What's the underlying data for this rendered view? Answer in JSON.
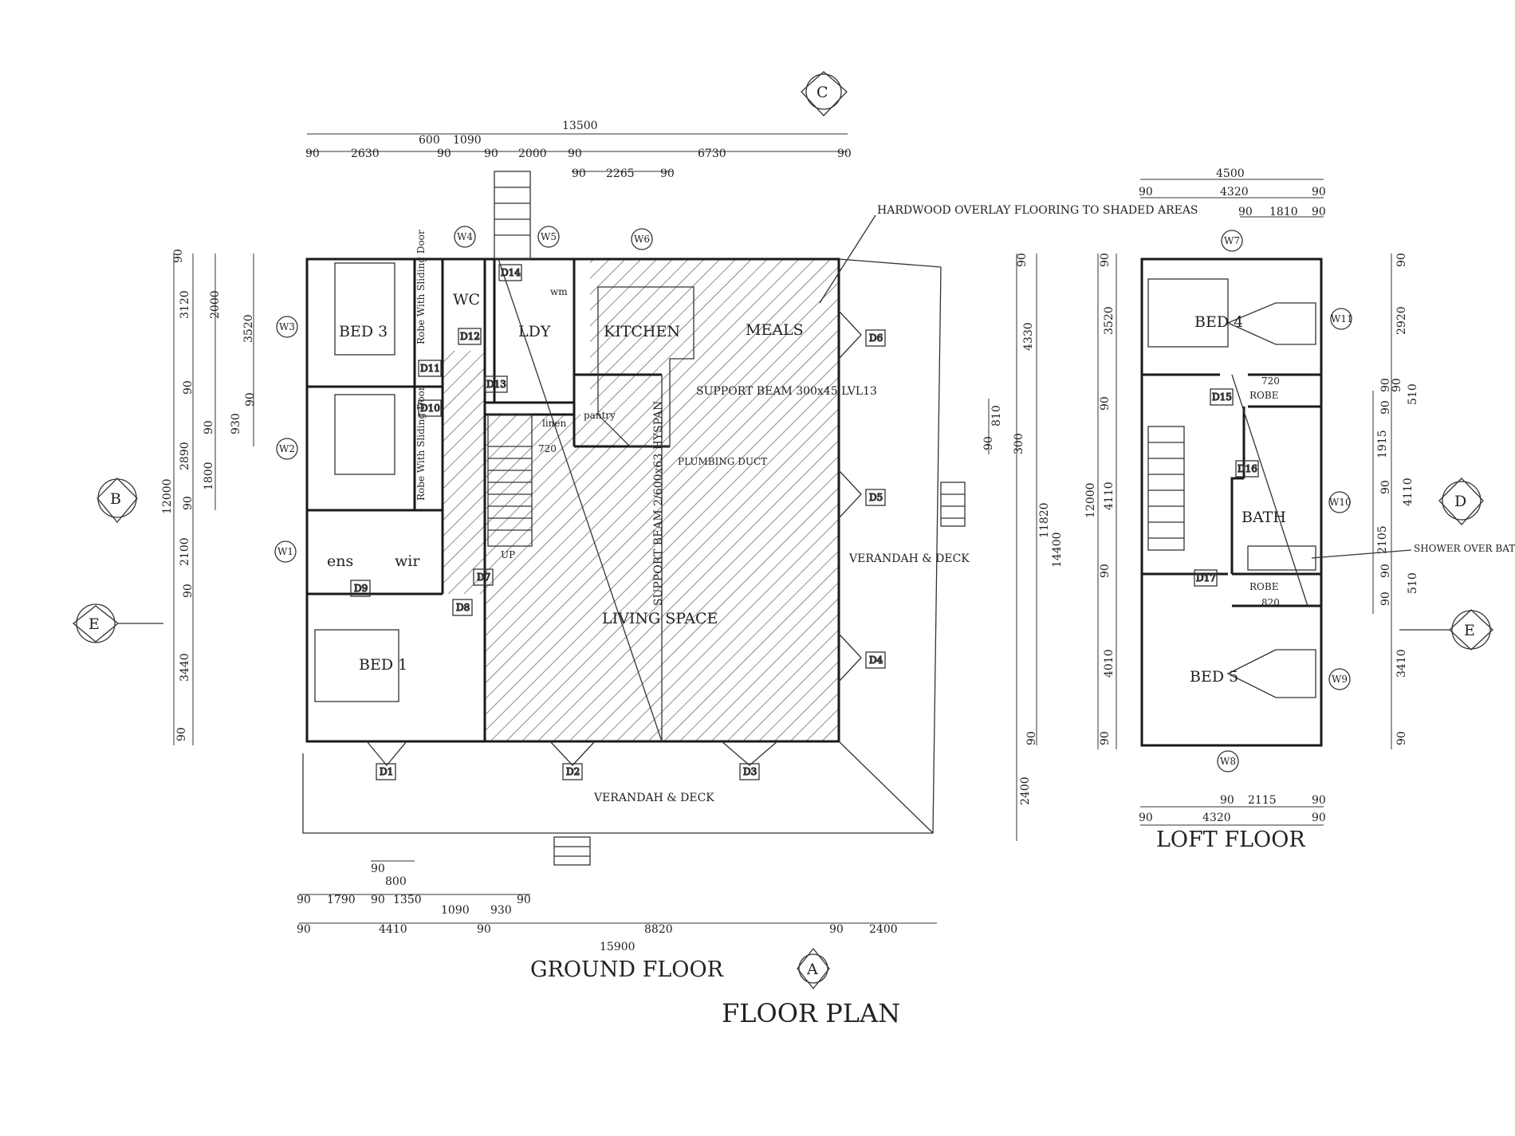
{
  "title": "FLOOR PLAN",
  "ground_floor": {
    "label": "GROUND FLOOR",
    "rooms": {
      "bed3": "BED 3",
      "wc": "WC",
      "ldy": "LDY",
      "kitchen": "KITCHEN",
      "meals": "MEALS",
      "pantry": "pantry",
      "linen": "linen",
      "ens": "ens",
      "wir": "wir",
      "bed1": "BED 1",
      "living": "LIVING SPACE",
      "verandah_right": "VERANDAH & DECK",
      "verandah_bottom": "VERANDAH & DECK",
      "robe1": "Robe With Sliding Door",
      "robe2": "Robe With Sliding Door",
      "wm": "wm",
      "up": "UP"
    },
    "notes": {
      "hardwood": "HARDWOOD OVERLAY FLOORING TO SHADED AREAS",
      "support_beam_1": "SUPPORT BEAM 300x45 LVL13",
      "support_beam_2": "SUPPORT BEAM 2/600x63 HYSPAN",
      "plumbing": "PLUMBING DUCT",
      "d720": "720"
    },
    "windows": [
      "W1",
      "W2",
      "W3",
      "W4",
      "W5",
      "W6"
    ],
    "doors": [
      "D1",
      "D2",
      "D3",
      "D4",
      "D5",
      "D6",
      "D7",
      "D8",
      "D9",
      "D10",
      "D11",
      "D12",
      "D13",
      "D14"
    ],
    "dims_top": {
      "overall": "13500",
      "row2": [
        "90",
        "2630",
        "600",
        "1090",
        "90",
        "90",
        "2000",
        "90",
        "6730",
        "90"
      ],
      "row3": [
        "90",
        "2265",
        "90"
      ]
    },
    "dims_bottom": {
      "overall": "15900",
      "row1": [
        "90",
        "800"
      ],
      "row2": [
        "90",
        "1790",
        "90",
        "1350",
        "1090",
        "930",
        "90"
      ],
      "row3": [
        "90",
        "4410",
        "90",
        "8820",
        "90",
        "2400"
      ]
    },
    "dims_left": [
      "90",
      "3120",
      "2000",
      "3520",
      "90",
      "930",
      "90",
      "2890",
      "1800",
      "90",
      "12000",
      "90",
      "2100",
      "90",
      "3440",
      "90"
    ],
    "dims_right": [
      "90",
      "4330",
      "810",
      "300",
      "90",
      "11820",
      "14400",
      "90",
      "2400"
    ]
  },
  "loft_floor": {
    "label": "LOFT FLOOR",
    "rooms": {
      "bed4": "BED 4",
      "robe_top": "ROBE",
      "bath": "BATH",
      "robe_bottom": "ROBE",
      "bed5": "BED 5",
      "r720": "720",
      "r820": "820"
    },
    "notes": {
      "shower": "SHOWER OVER BATH"
    },
    "windows": [
      "W7",
      "W8",
      "W9",
      "W10",
      "W11"
    ],
    "doors": [
      "D15",
      "D16",
      "D17"
    ],
    "dims_top": {
      "overall": "4500",
      "row2": [
        "90",
        "4320",
        "90"
      ],
      "row3": [
        "90",
        "1810",
        "90"
      ]
    },
    "dims_bottom": {
      "row1": [
        "90",
        "2115",
        "90"
      ],
      "row2": [
        "90",
        "4320",
        "90"
      ]
    },
    "dims_left": [
      "90",
      "3520",
      "90",
      "12000",
      "4110",
      "90",
      "4010",
      "90"
    ],
    "dims_right": [
      "90",
      "2920",
      "90",
      "90",
      "510",
      "90",
      "1915",
      "4110",
      "90",
      "2105",
      "90",
      "510",
      "90",
      "3410",
      "90"
    ]
  },
  "section_markers": [
    "A",
    "B",
    "C",
    "D",
    "E",
    "E"
  ]
}
